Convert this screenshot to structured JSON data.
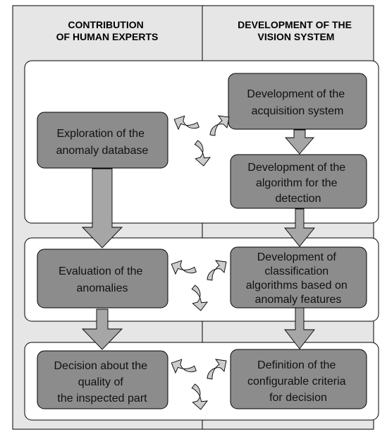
{
  "columns": [
    {
      "title_lines": [
        "CONTRIBUTION",
        "OF HUMAN EXPERTS"
      ]
    },
    {
      "title_lines": [
        "DEVELOPMENT OF THE",
        "VISION SYSTEM"
      ]
    }
  ],
  "boxes": {
    "exploration": [
      "Exploration of the",
      "anomaly database"
    ],
    "acquisition": [
      "Development of the",
      "acquisition system"
    ],
    "algorithm": [
      "Development of the",
      "algorithm for the",
      "detection"
    ],
    "evaluation": [
      "Evaluation of the",
      "anomalies"
    ],
    "classification": [
      "Development of",
      "classification",
      "algorithms based on",
      "anomaly features"
    ],
    "decision": [
      "Decision about the",
      "quality of",
      "the inspected part"
    ],
    "criteria": [
      "Definition of the",
      "configurable criteria",
      "for decision"
    ]
  },
  "colors": {
    "background": "#e6e6e6",
    "panel": "#ffffff",
    "box": "#8c8c8c",
    "arrow": "#a6a6a6",
    "cycle_arrow": "#cccccc",
    "border": "#000000"
  },
  "icons": [
    "cycle-arrows-icon",
    "arrow-down-icon"
  ]
}
